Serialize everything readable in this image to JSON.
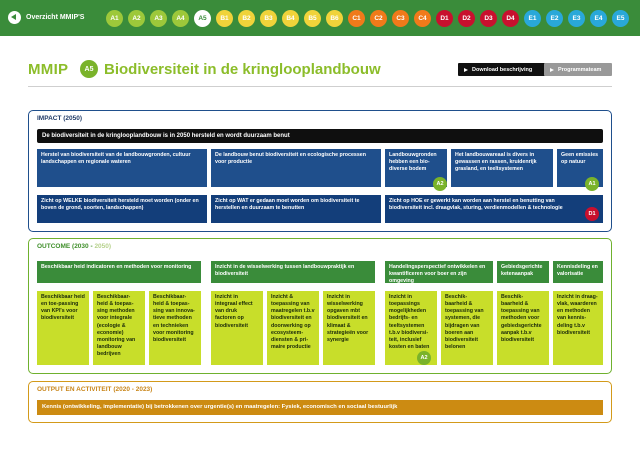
{
  "nav": {
    "back_label": "Overzicht MMIP'S",
    "chips": [
      {
        "label": "A1",
        "group": "a"
      },
      {
        "label": "A2",
        "group": "a"
      },
      {
        "label": "A3",
        "group": "a"
      },
      {
        "label": "A4",
        "group": "a"
      },
      {
        "label": "A5",
        "group": "a",
        "active": true
      },
      {
        "label": "B1",
        "group": "b"
      },
      {
        "label": "B2",
        "group": "b"
      },
      {
        "label": "B3",
        "group": "b"
      },
      {
        "label": "B4",
        "group": "b"
      },
      {
        "label": "B5",
        "group": "b"
      },
      {
        "label": "B6",
        "group": "b"
      },
      {
        "label": "C1",
        "group": "c"
      },
      {
        "label": "C2",
        "group": "c"
      },
      {
        "label": "C3",
        "group": "c"
      },
      {
        "label": "C4",
        "group": "c"
      },
      {
        "label": "D1",
        "group": "d"
      },
      {
        "label": "D2",
        "group": "d"
      },
      {
        "label": "D3",
        "group": "d"
      },
      {
        "label": "D4",
        "group": "d"
      },
      {
        "label": "E1",
        "group": "e"
      },
      {
        "label": "E2",
        "group": "e"
      },
      {
        "label": "E3",
        "group": "e"
      },
      {
        "label": "E4",
        "group": "e"
      },
      {
        "label": "E5",
        "group": "e"
      }
    ]
  },
  "header": {
    "mmip": "MMIP",
    "badge": "A5",
    "title": "Biodiversiteit in de kringlooplandbouw",
    "download_label": "Download beschrijving",
    "programs_label": "Programmateam"
  },
  "impact": {
    "title": "IMPACT (2050)",
    "main": "De biodiversiteit in de kringlooplandbouw is in 2050 hersteld en wordt duurzaam benut",
    "row1": [
      "Herstel van biodiversiteit van de landbouwgronden, cultuur landschappen en regionale wateren",
      "De landbouw benut biodiversiteit en ecologische processen voor productie",
      "Landbouwgronden hebben een bio-diverse bodem",
      "Het landbouwareaal is divers in gewassen en rassen, kruidenrijk grasland, en teeltsystemen",
      "Geen emissies op natuur"
    ],
    "row2": [
      "Zicht op WELKE biodiversiteit hersteld moet worden (onder en boven de grond, soorten, landschappen)",
      "Zicht op WAT er gedaan moet worden om biodiversiteit te herstellen en duurzaam te benutten",
      "Zicht op HOE er gewerkt kan worden aan herstel en benutting van biodiversiteit incl. draagvlak, sturing, verdienmodellen & technologie"
    ],
    "badge_a2": "A2",
    "badge_a1": "A1",
    "badge_d1": "D1"
  },
  "outcome": {
    "title_main": "OUTCOME (2030 - ",
    "title_year": "2050)",
    "headers": [
      "Beschikbaar heid indicatoren en methoden voor monitoring",
      "Inzicht in de wisselwerking tussen landbouwpraktijk en biodiversiteit",
      "Handelingsperspectief ontwikkelen en kwantificeren voor boer en zijn omgeving",
      "Gebiedsgerichte ketenaanpak",
      "Kennisdeling en valorisatie"
    ],
    "cards": [
      "Beschikbaar heid en toe-passing van KPI's voor biodiversiteit",
      "Beschikbaar-heid & toepas-sing methoden voor integrale (ecologie & economie) monitoring van landbouw bedrijven",
      "Beschikbaar-heid & toepas-sing van innova-tieve methoden en technieken voor monitoring biodiversiteit",
      "Inzicht in integraal effect van druk factoren op biodiversiteit",
      "Inzicht & toepassing van maatregelen t.b.v biodiversiteit en doorwerking op ecosysteem-diensten & pri-maire productie",
      "Inzicht in wisselwerking opgaven mbt biodiversiteit en klimaat & strategieën voor synergie",
      "Inzicht in toepassings mogelijkheden bedrijfs- en teeltsystemen t.b.v biodiversi-teit, inclusief kosten en baten",
      "Beschik-baarheid & toepassing van systemen, die bijdragen van boeren aan biodiversiteit belonen",
      "Beschik-baarheid & toepassing van methoden voor gebiedsgerichte aanpak t.b.v biodiversiteit",
      "Inzicht in draag-vlak, waarderen en methoden van kennis-deling t.b.v biodiversiteit"
    ],
    "badge_a2": "A2"
  },
  "output": {
    "title": "OUTPUT EN ACTIVITEIT (2020 - 2023)",
    "bar": "Kennis (ontwikkeling, implementatie) bij betrokkenen over urgentie(s) en maatregelen: Fysiek, economisch en sociaal bestuurlijk"
  }
}
